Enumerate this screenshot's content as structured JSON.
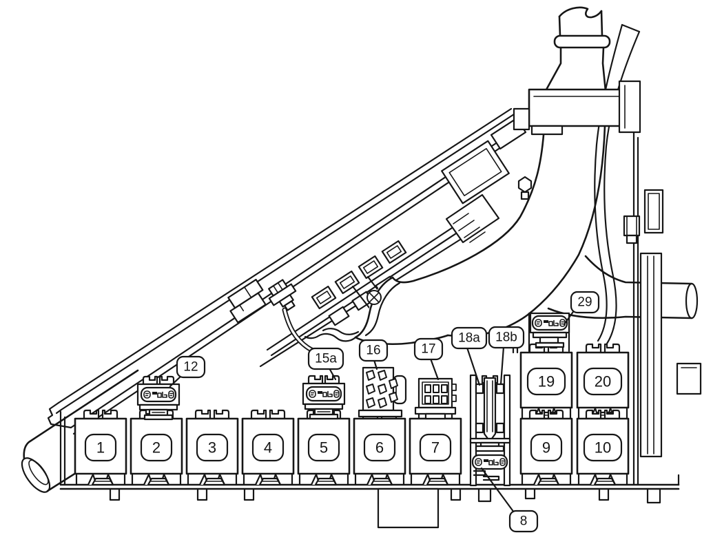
{
  "diagram": {
    "background_color": "#ffffff",
    "line_color": "#161616"
  },
  "relays": [
    {
      "id": "relay-1",
      "label": "1"
    },
    {
      "id": "relay-2",
      "label": "2"
    },
    {
      "id": "relay-3",
      "label": "3"
    },
    {
      "id": "relay-4",
      "label": "4"
    },
    {
      "id": "relay-5",
      "label": "5"
    },
    {
      "id": "relay-6",
      "label": "6"
    },
    {
      "id": "relay-7",
      "label": "7"
    },
    {
      "id": "relay-19",
      "label": "19"
    },
    {
      "id": "relay-20",
      "label": "20"
    },
    {
      "id": "relay-9",
      "label": "9"
    },
    {
      "id": "relay-10",
      "label": "10"
    }
  ],
  "callouts": [
    {
      "id": "callout-12",
      "label": "12"
    },
    {
      "id": "callout-15a",
      "label": "15a"
    },
    {
      "id": "callout-16",
      "label": "16"
    },
    {
      "id": "callout-17",
      "label": "17"
    },
    {
      "id": "callout-18a",
      "label": "18a"
    },
    {
      "id": "callout-18b",
      "label": "18b"
    },
    {
      "id": "callout-29",
      "label": "29"
    },
    {
      "id": "callout-8",
      "label": "8"
    }
  ]
}
